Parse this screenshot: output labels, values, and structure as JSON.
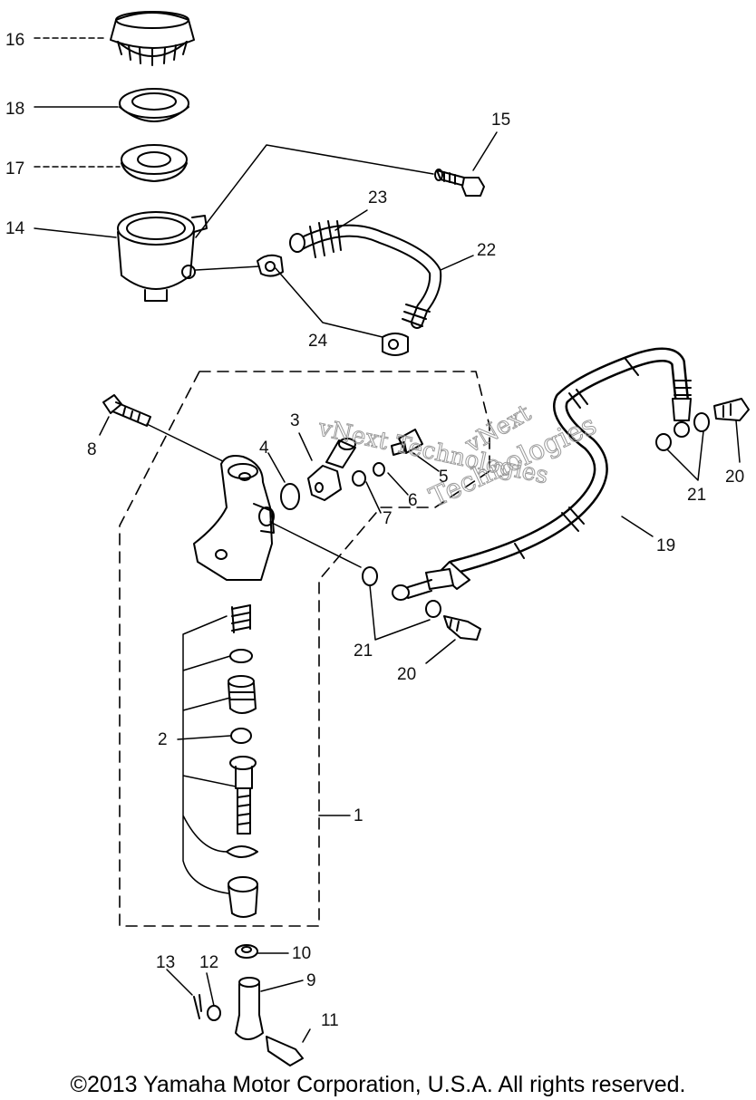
{
  "callouts": {
    "c1": "1",
    "c2": "2",
    "c3": "3",
    "c4": "4",
    "c5": "5",
    "c6": "6",
    "c7": "7",
    "c8": "8",
    "c9": "9",
    "c10": "10",
    "c11": "11",
    "c12": "12",
    "c13": "13",
    "c14": "14",
    "c15": "15",
    "c16": "16",
    "c17": "17",
    "c18": "18",
    "c19": "19",
    "c20a": "20",
    "c20b": "20",
    "c21a": "21",
    "c21b": "21",
    "c22": "22",
    "c23": "23",
    "c24": "24"
  },
  "watermark": {
    "line1": "vNext Technologies",
    "line2": "vNext",
    "line3": "Technologies"
  },
  "copyright": "©2013 Yamaha Motor Corporation, U.S.A. All rights reserved."
}
